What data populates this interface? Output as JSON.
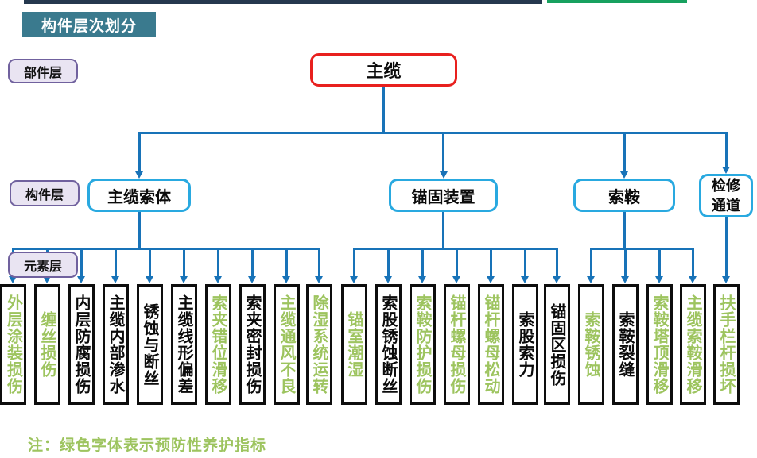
{
  "slide": {
    "title": "构件层次划分",
    "note": "注：绿色字体表示预防性养护指标"
  },
  "layer_labels": [
    {
      "label": "部件层"
    },
    {
      "label": "构件层"
    },
    {
      "label": "元素层"
    }
  ],
  "root": {
    "label": "主缆"
  },
  "components": [
    {
      "label": "主缆索体",
      "elements": [
        {
          "label": "外层涂装损伤",
          "preventive": true
        },
        {
          "label": "缠丝损伤",
          "preventive": true
        },
        {
          "label": "内层防腐损伤",
          "preventive": false
        },
        {
          "label": "主缆内部渗水",
          "preventive": false
        },
        {
          "label": "锈蚀与断丝",
          "preventive": false
        },
        {
          "label": "主缆线形偏差",
          "preventive": false
        },
        {
          "label": "索夹错位滑移",
          "preventive": true
        },
        {
          "label": "索夹密封损伤",
          "preventive": false
        },
        {
          "label": "主缆通风不良",
          "preventive": true
        },
        {
          "label": "除湿系统运转",
          "preventive": true
        }
      ]
    },
    {
      "label": "锚固装置",
      "elements": [
        {
          "label": "锚室潮湿",
          "preventive": true
        },
        {
          "label": "索股锈蚀断丝",
          "preventive": false
        },
        {
          "label": "索鞍防护损伤",
          "preventive": true
        },
        {
          "label": "锚杆螺母损伤",
          "preventive": true
        },
        {
          "label": "锚杆螺母松动",
          "preventive": true
        },
        {
          "label": "索股索力",
          "preventive": false
        },
        {
          "label": "锚固区损伤",
          "preventive": false
        }
      ]
    },
    {
      "label": "索鞍",
      "elements": [
        {
          "label": "索鞍锈蚀",
          "preventive": true
        },
        {
          "label": "索鞍裂缝",
          "preventive": false
        },
        {
          "label": "索鞍塔顶滑移",
          "preventive": true
        },
        {
          "label": "主缆索鞍滑移",
          "preventive": true
        }
      ]
    },
    {
      "label": "检修通道",
      "elements": [
        {
          "label": "扶手栏杆损坏",
          "preventive": true
        }
      ]
    }
  ],
  "colors": {
    "preventive_green": "#9DC45F",
    "connector_blue": "#1873B8",
    "component_border_cyan": "#29A9E0",
    "root_border_red": "#E8201E",
    "layer_label_purple": "#70619E",
    "title_bg_teal": "#3A7A8E",
    "top_bar_navy": "#25384E",
    "top_bar_green": "#17A15F"
  }
}
